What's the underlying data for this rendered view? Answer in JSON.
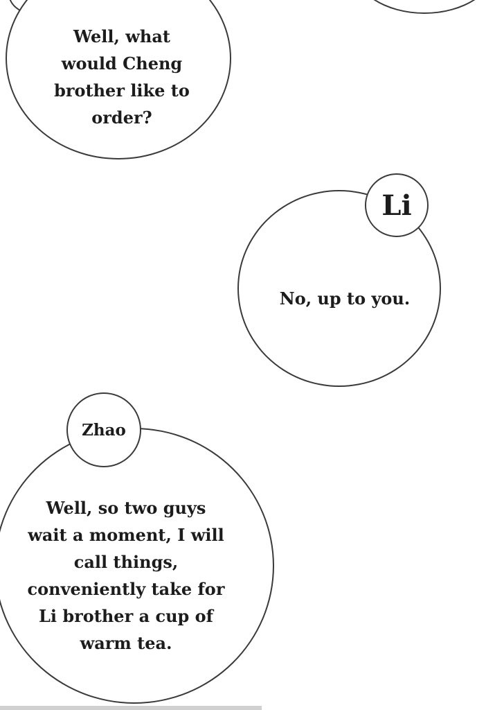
{
  "bubbles": [
    {
      "text": "Well, what\nwould Cheng\nbrother like to\norder?"
    },
    {
      "speaker": "Li",
      "text": "No, up to you."
    },
    {
      "speaker": "Zhao",
      "text": "Well, so two guys\nwait a moment, I will\ncall things,\nconveniently take for\nLi brother a cup of\nwarm tea."
    }
  ]
}
